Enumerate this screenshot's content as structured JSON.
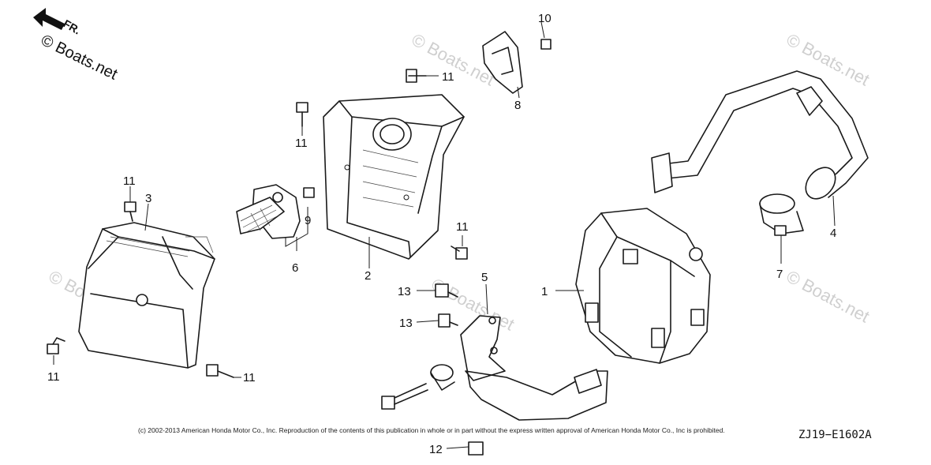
{
  "brand": {
    "direction_label": "FR.",
    "site_mark": "© Boats.net"
  },
  "watermark_text": "© Boats.net",
  "callouts": {
    "c1": "1",
    "c2": "2",
    "c3": "3",
    "c4": "4",
    "c5": "5",
    "c6": "6",
    "c7": "7",
    "c8": "8",
    "c9": "9",
    "c10": "10",
    "c11a": "11",
    "c11b": "11",
    "c11c": "11",
    "c11d": "11",
    "c11e": "11",
    "c11f": "11",
    "c12": "12",
    "c13a": "13",
    "c13b": "13"
  },
  "footer": {
    "copyright": "(c) 2002-2013 American Honda Motor Co., Inc. Reproduction of the contents of this publication in whole or in part without the express written approval of American Honda Motor Co., Inc is prohibited.",
    "diagram_code": "ZJ19−E1602A"
  }
}
